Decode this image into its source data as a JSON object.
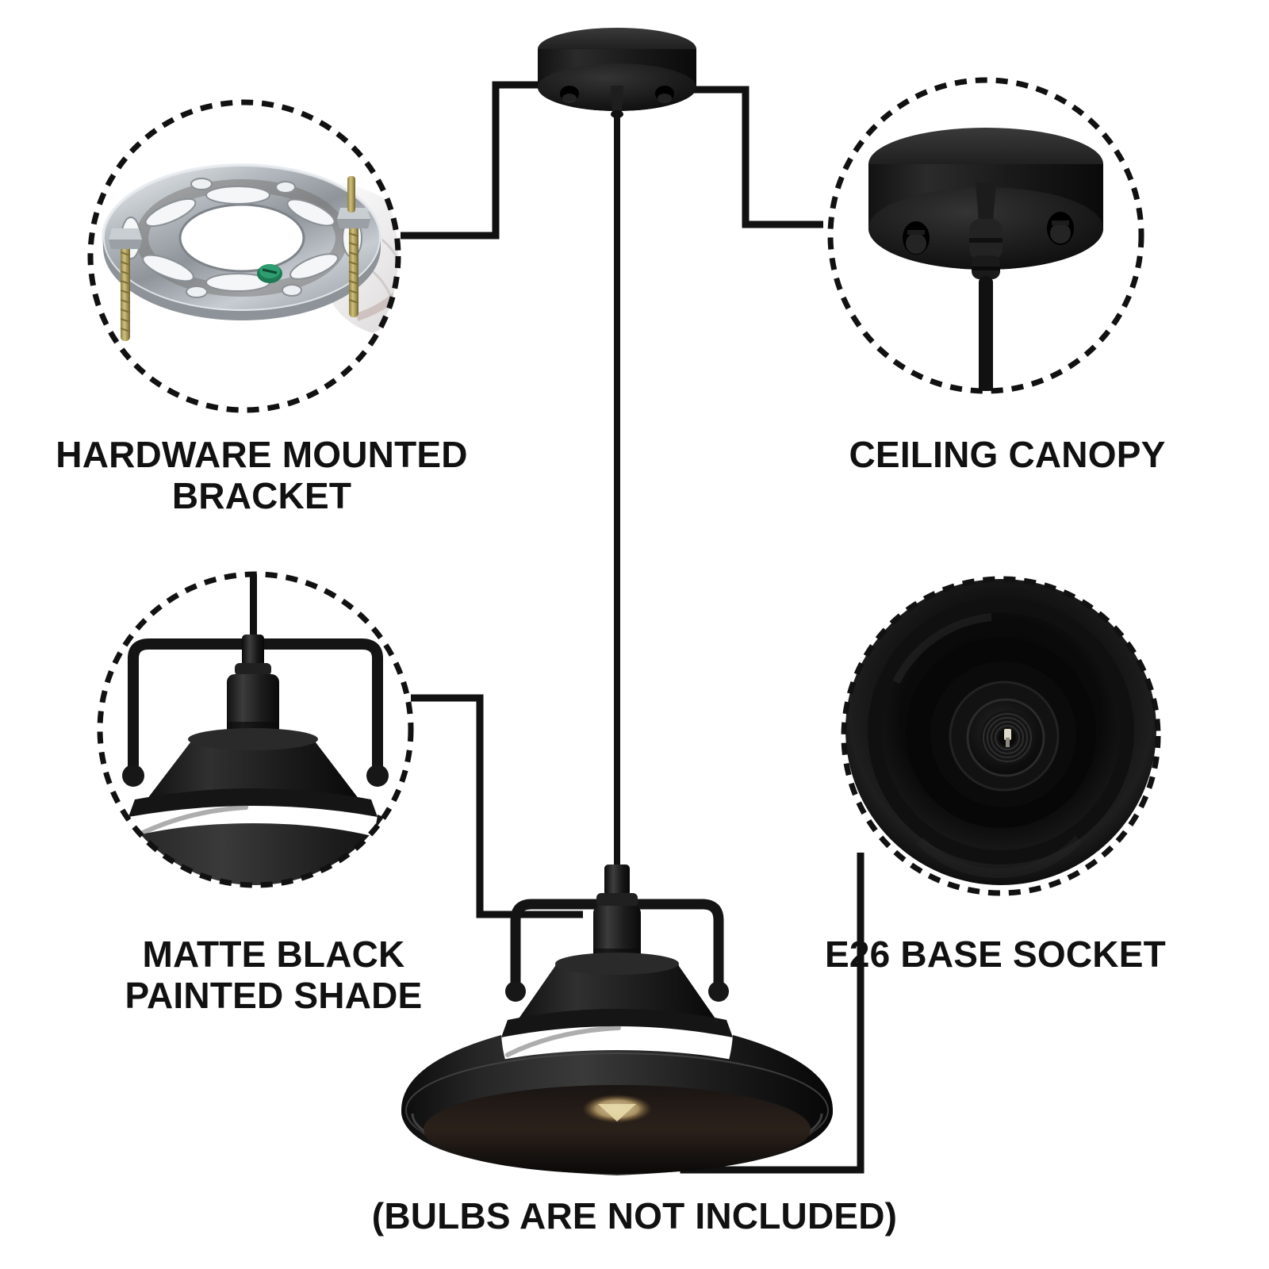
{
  "page": {
    "type": "product-feature-infographic",
    "background_color": "#ffffff",
    "accent_color": "#111111",
    "product": "industrial matte black barn pendant light"
  },
  "callouts": [
    {
      "id": "hardware-bracket",
      "label": "HARDWARE MOUNTED\nBRACKET",
      "position": "top-left",
      "image_subject": "chrome slotted ceiling mounting bracket plate with two threaded bolts, green ground screw and white glove",
      "colors": {
        "plate": "#c8cbce",
        "bolt": "#b9a861",
        "ground_screw": "#1f7a52",
        "glove": "#f2f2f2"
      }
    },
    {
      "id": "ceiling-canopy",
      "label": "CEILING CANOPY",
      "position": "top-right",
      "image_subject": "round matte black ceiling canopy disc with two screw holes and black cord grip",
      "colors": {
        "body": "#1b1b1b",
        "edge": "#2e2e2e"
      }
    },
    {
      "id": "matte-black-shade",
      "label": "MATTE BLACK\nPAINTED SHADE",
      "position": "bottom-left",
      "image_subject": "matte black barn dome shade with U-shaped cage bracket and socket",
      "colors": {
        "body": "#151515",
        "highlight": "#3a3a3a"
      }
    },
    {
      "id": "e26-base-socket",
      "label": "E26 BASE SOCKET",
      "position": "bottom-right",
      "image_subject": "underside view of shade interior showing concentric rings and the E26 lamp socket at center",
      "colors": {
        "body": "#0b0b0b",
        "contact": "#d8d4c4"
      }
    }
  ],
  "footnote": {
    "label": "(BULBS ARE NOT INCLUDED)"
  },
  "center_product": {
    "parts": [
      "ceiling canopy",
      "hanging cord",
      "socket",
      "cage bracket",
      "dome shade"
    ]
  }
}
